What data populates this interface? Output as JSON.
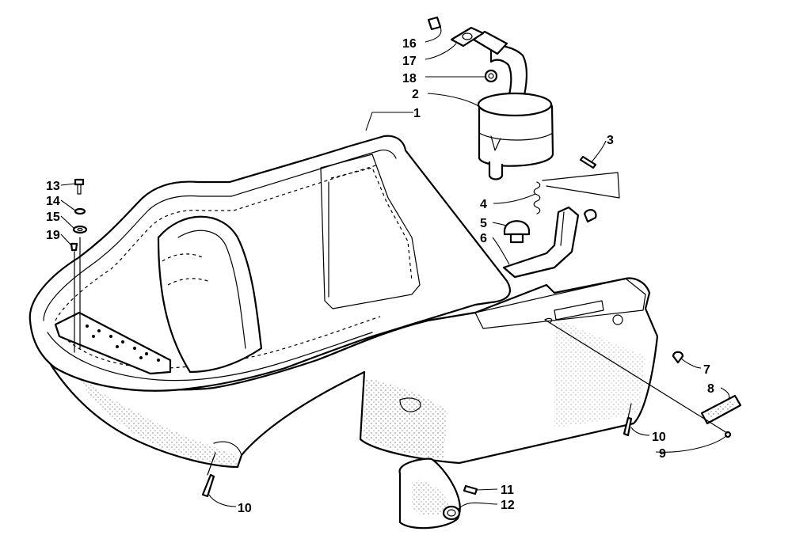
{
  "callouts": [
    {
      "id": "c1",
      "text": "1"
    },
    {
      "id": "c2",
      "text": "2"
    },
    {
      "id": "c3",
      "text": "3"
    },
    {
      "id": "c4",
      "text": "4"
    },
    {
      "id": "c5",
      "text": "5"
    },
    {
      "id": "c6",
      "text": "6"
    },
    {
      "id": "c7",
      "text": "7"
    },
    {
      "id": "c8",
      "text": "8"
    },
    {
      "id": "c9",
      "text": "9"
    },
    {
      "id": "c10a",
      "text": "10"
    },
    {
      "id": "c10b",
      "text": "10"
    },
    {
      "id": "c11",
      "text": "11"
    },
    {
      "id": "c12",
      "text": "12"
    },
    {
      "id": "c13",
      "text": "13"
    },
    {
      "id": "c14",
      "text": "14"
    },
    {
      "id": "c15",
      "text": "15"
    },
    {
      "id": "c16",
      "text": "16"
    },
    {
      "id": "c17",
      "text": "17"
    },
    {
      "id": "c18",
      "text": "18"
    },
    {
      "id": "c19",
      "text": "19"
    }
  ]
}
